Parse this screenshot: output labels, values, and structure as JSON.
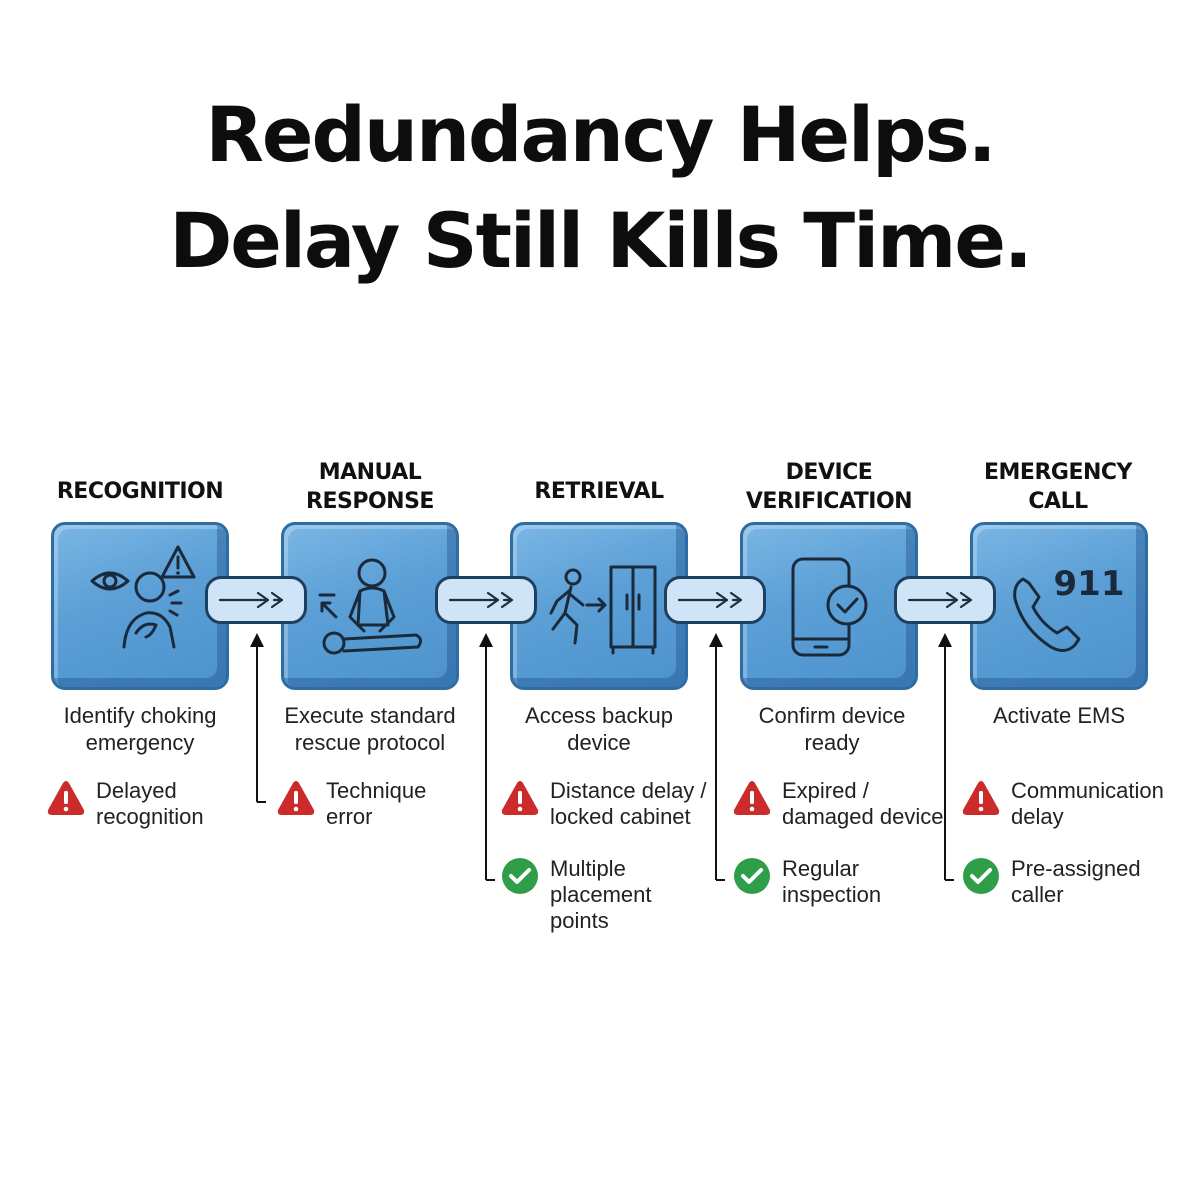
{
  "title": {
    "line1": "Redundancy Helps.",
    "line2": "Delay Still Kills Time."
  },
  "colors": {
    "box_fill": "#5b9fd6",
    "box_border": "#2e6da4",
    "connector_fill": "#cfe5f7",
    "warning": "#cc2b2b",
    "check": "#2e9e48"
  },
  "stages": [
    {
      "title": [
        "RECOGNITION"
      ],
      "icon": "person-choking-eye-warning-icon",
      "description": [
        "Identify choking",
        "emergency"
      ],
      "risk": [
        "Delayed",
        "recognition"
      ]
    },
    {
      "title": [
        "MANUAL",
        "RESPONSE"
      ],
      "icon": "cpr-rescuer-icon",
      "description": [
        "Execute standard",
        "rescue protocol"
      ],
      "risk": [
        "Technique",
        "error"
      ]
    },
    {
      "title": [
        "RETRIEVAL"
      ],
      "icon": "walking-to-cabinet-icon",
      "description": [
        "Access backup",
        "device"
      ],
      "risk": [
        "Distance delay /",
        "locked cabinet"
      ],
      "mitigation": [
        "Multiple",
        "placement",
        "points"
      ]
    },
    {
      "title": [
        "DEVICE",
        "VERIFICATION"
      ],
      "icon": "phone-check-icon",
      "description": [
        "Confirm device",
        "ready"
      ],
      "risk": [
        "Expired /",
        "damaged device"
      ],
      "mitigation": [
        "Regular",
        "inspection"
      ]
    },
    {
      "title": [
        "EMERGENCY",
        "CALL"
      ],
      "icon": "phone-911-icon",
      "description": [
        "Activate EMS"
      ],
      "risk": [
        "Communication",
        "delay"
      ],
      "mitigation": [
        "Pre-assigned",
        "caller"
      ]
    }
  ],
  "icon_text": {
    "emergency_number": "911"
  }
}
